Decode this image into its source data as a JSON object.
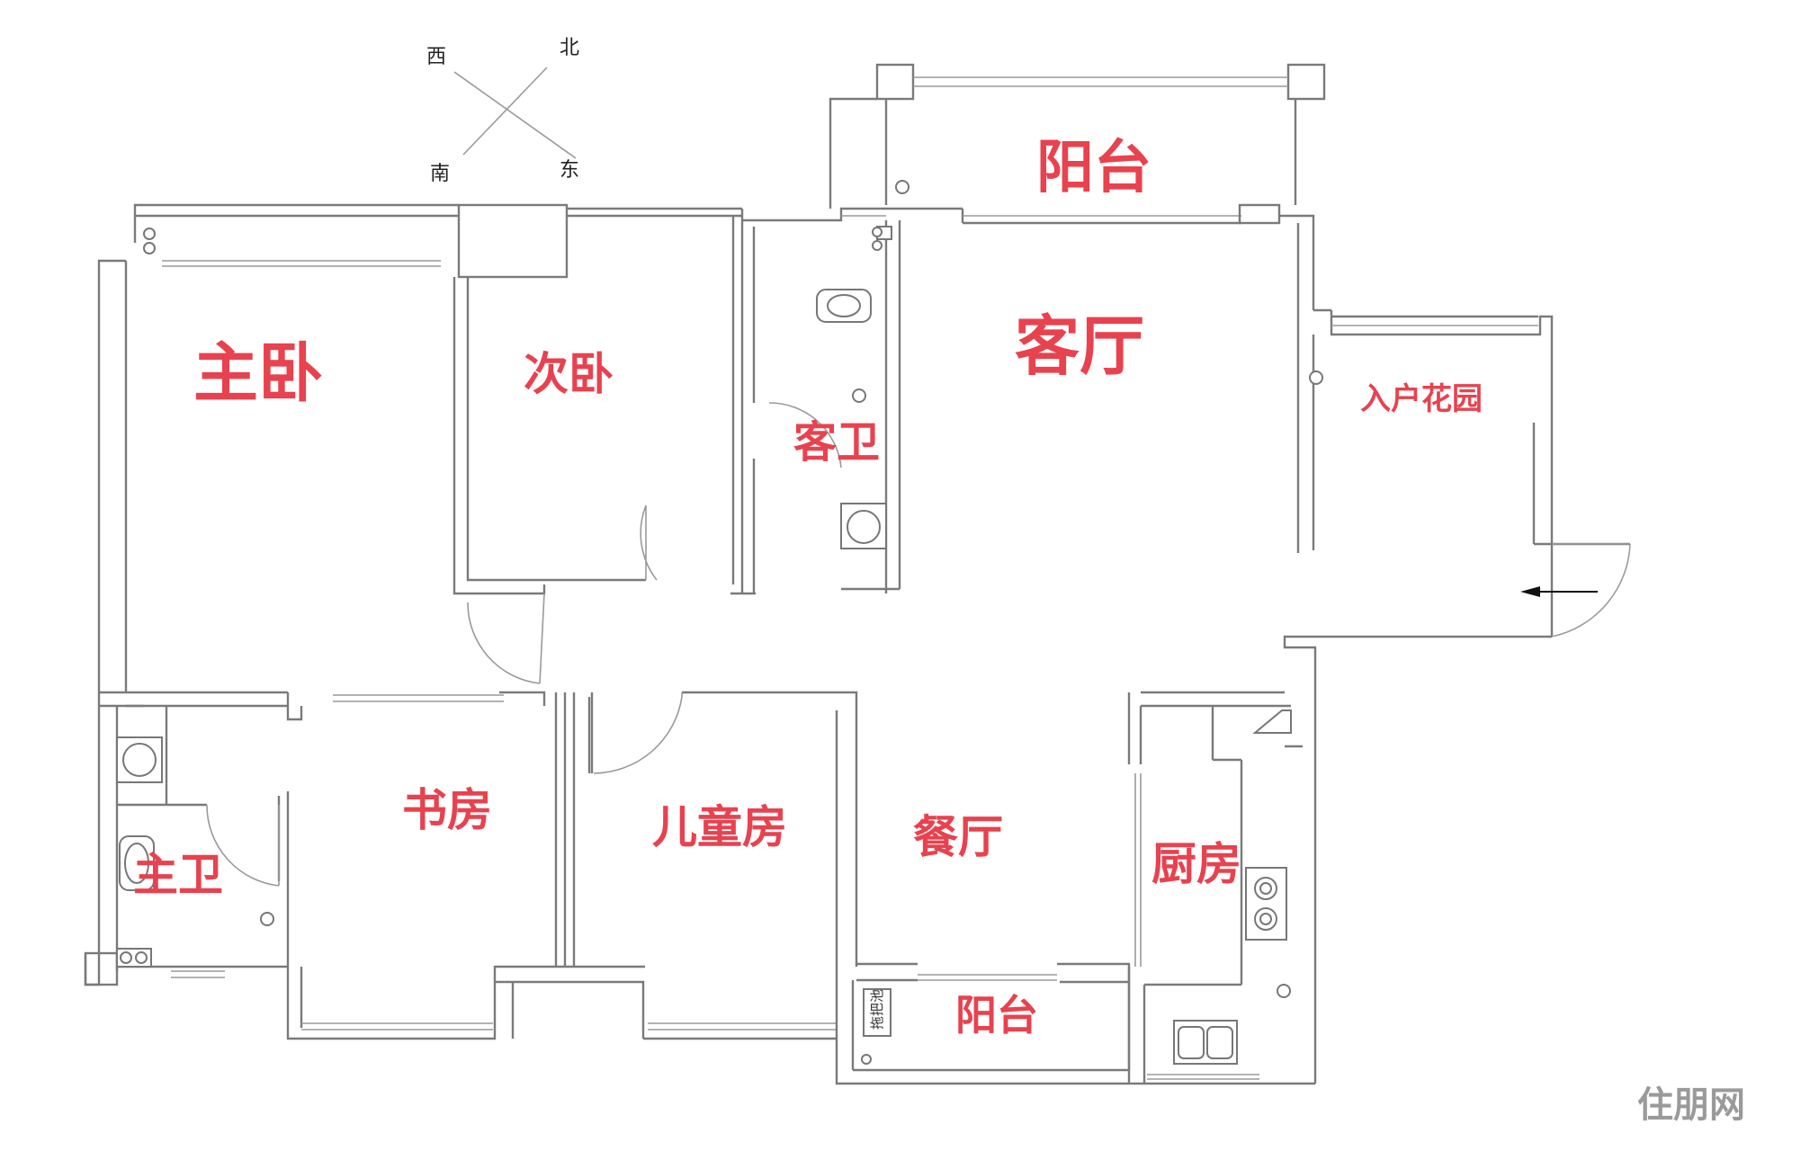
{
  "compass": {
    "north": "北",
    "south": "南",
    "east": "东",
    "west": "西"
  },
  "rooms": {
    "master_bedroom": "主卧",
    "second_bedroom": "次卧",
    "guest_bathroom": "客卫",
    "living_room": "客厅",
    "balcony_top": "阳台",
    "entry_garden": "入户花园",
    "study": "书房",
    "kids_room": "儿童房",
    "dining_room": "餐厅",
    "kitchen": "厨房",
    "master_bathroom": "主卫",
    "balcony_bottom": "阳台"
  },
  "fixtures": {
    "cabinet_label": "拖把池"
  },
  "watermark": {
    "logo": "住朋网"
  },
  "colors": {
    "label": "#e8424f",
    "wall": "#7a7a7a"
  }
}
